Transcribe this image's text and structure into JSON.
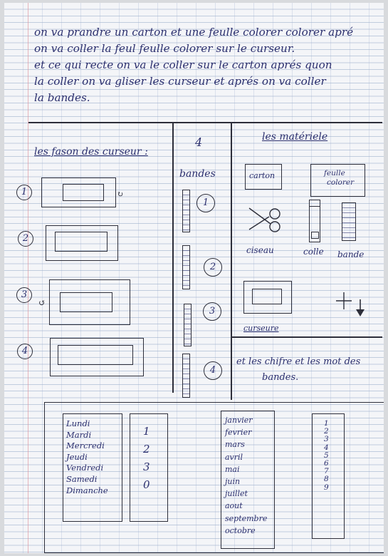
{
  "intro": {
    "lines": [
      "on va prandre un carton et une feulle colorer colorer apré",
      "on va coller la feul feulle colorer sur le curseur.",
      "et ce qui recte on va le coller sur le carton aprés quon",
      "la coller on va gliser les curseur et aprés on va coller",
      "la bandes."
    ]
  },
  "left": {
    "title": "les fason des curseur :",
    "numbers": [
      "1",
      "2",
      "3",
      "4"
    ]
  },
  "middle": {
    "title_num": "4",
    "title_word": "bandes",
    "numbers": [
      "1",
      "2",
      "3",
      "4"
    ]
  },
  "materials": {
    "title": "les matériele",
    "carton": "carton",
    "feulle": "feulle",
    "colorer": "colorer",
    "ciseau": "ciseau",
    "colle": "colle",
    "bande": "bande",
    "curseur": "curseure"
  },
  "chiffres": {
    "line1": "et les chifre et les mot des",
    "line2": "bandes."
  },
  "bottom": {
    "days": [
      "Lundi",
      "Mardi",
      "Mercredi",
      "Jeudi",
      "Vendredi",
      "Samedi",
      "Dimanche"
    ],
    "digits": [
      "1",
      "2",
      "3",
      "0"
    ],
    "months": [
      "janvier",
      "fevrier",
      "mars",
      "avril",
      "mai",
      "juin",
      "juillet",
      "aout",
      "septembre",
      "octobre"
    ],
    "numbers": [
      "1",
      "2",
      "3",
      "4",
      "5",
      "6",
      "7",
      "8",
      "9"
    ]
  },
  "colors": {
    "ink": "#2b2f6e",
    "pencil": "#2d2e3a",
    "paper": "#f4f5f8"
  }
}
